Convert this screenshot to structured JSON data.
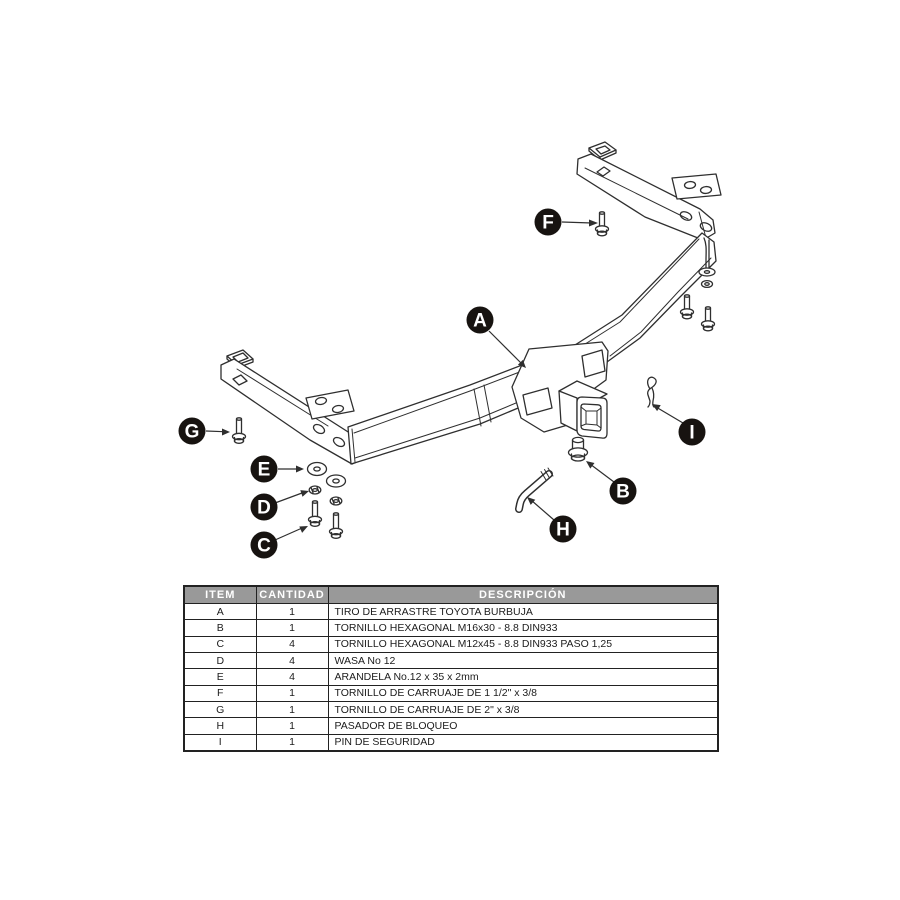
{
  "diagram": {
    "subject": "Exploded parts diagram of a Toyota trailer hitch (tiro de arrastre)",
    "callouts": [
      {
        "letter": "A"
      },
      {
        "letter": "B"
      },
      {
        "letter": "C"
      },
      {
        "letter": "D"
      },
      {
        "letter": "E"
      },
      {
        "letter": "F"
      },
      {
        "letter": "G"
      },
      {
        "letter": "H"
      },
      {
        "letter": "I"
      }
    ]
  },
  "table": {
    "headers": [
      "ITEM",
      "CANTIDAD",
      "DESCRIPCIÓN"
    ],
    "rows": [
      {
        "item": "A",
        "qty": "1",
        "desc": "TIRO DE ARRASTRE TOYOTA BURBUJA"
      },
      {
        "item": "B",
        "qty": "1",
        "desc": "TORNILLO  HEXAGONAL M16x30 - 8.8 DIN933"
      },
      {
        "item": "C",
        "qty": "4",
        "desc": "TORNILLO  HEXAGONAL M12x45 - 8.8 DIN933 PASO 1,25"
      },
      {
        "item": "D",
        "qty": "4",
        "desc": "WASA No 12"
      },
      {
        "item": "E",
        "qty": "4",
        "desc": "ARANDELA No.12 x 35 x 2mm"
      },
      {
        "item": "F",
        "qty": "1",
        "desc": "TORNILLO DE CARRUAJE DE 1 1/2\" x 3/8"
      },
      {
        "item": "G",
        "qty": "1",
        "desc": "TORNILLO DE CARRUAJE DE 2\" x 3/8"
      },
      {
        "item": "H",
        "qty": "1",
        "desc": "PASADOR DE BLOQUEO"
      },
      {
        "item": "I",
        "qty": "1",
        "desc": "PIN DE SEGURIDAD"
      }
    ]
  },
  "colors": {
    "background": "#ffffff",
    "line_art": "#2f2f2f",
    "callout_fill": "#171310",
    "callout_text": "#ffffff",
    "table_header_bg": "#999999",
    "table_header_text": "#ffffff",
    "table_border": "#222222"
  }
}
